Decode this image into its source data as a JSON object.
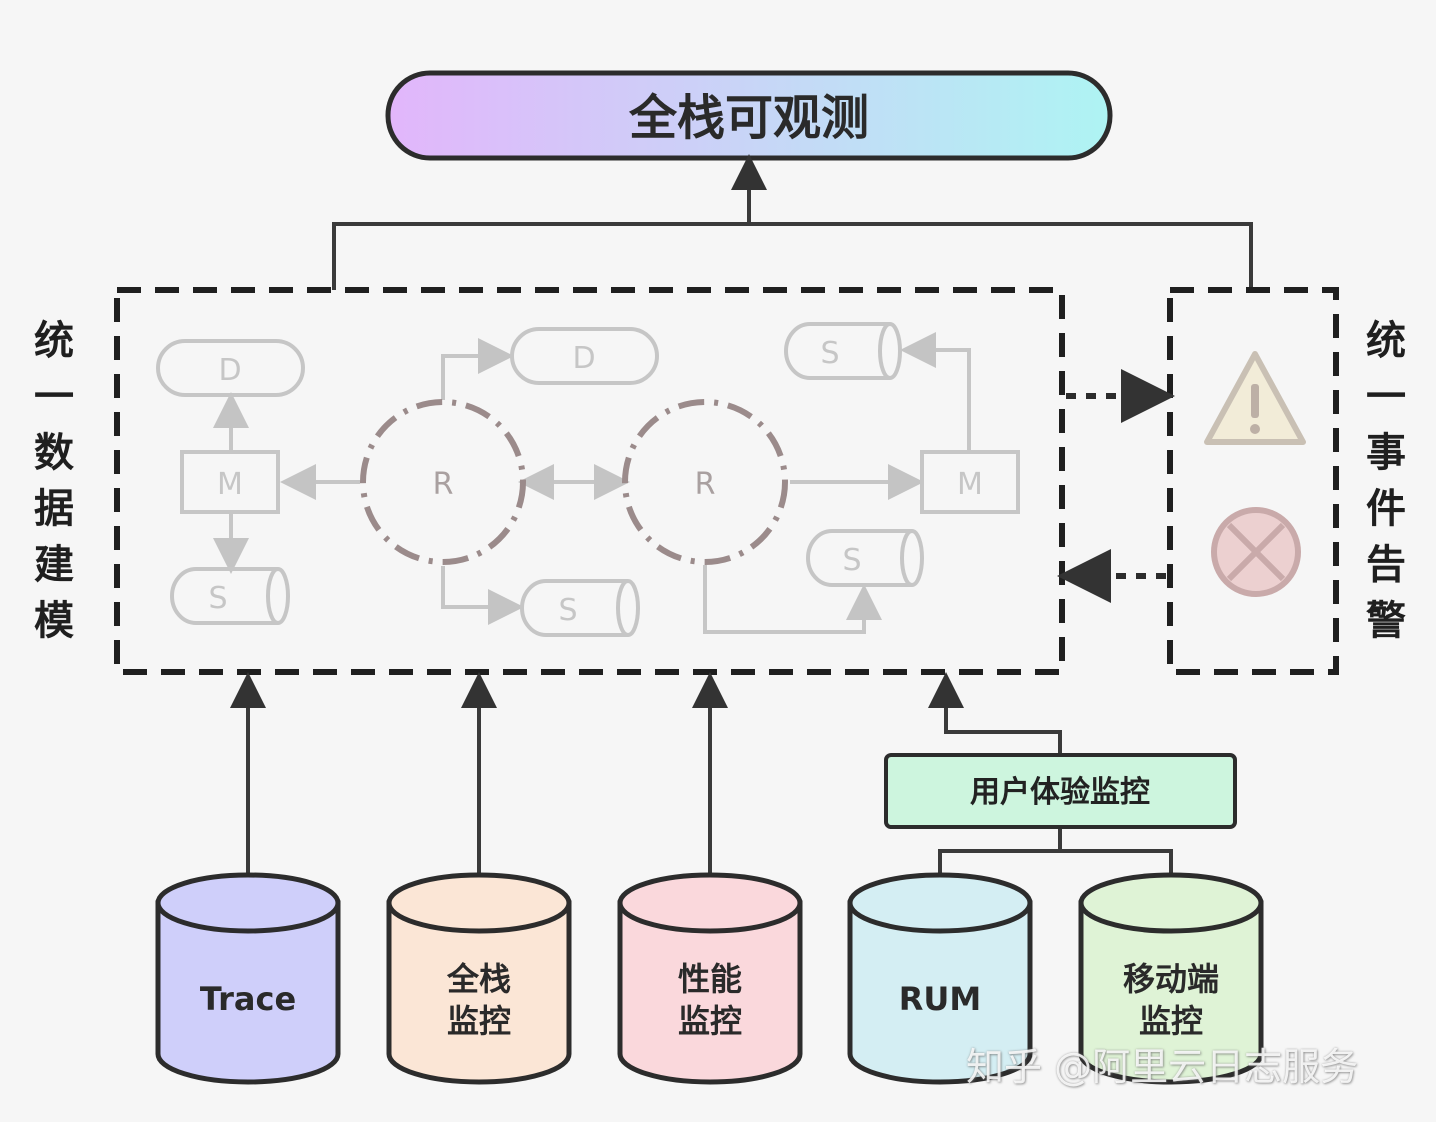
{
  "title": "全栈可观测",
  "left_label": "统\n一\n数\n据\n建\n模",
  "right_label": "统\n一\n事\n件\n告\n警",
  "model_nodes": {
    "d_left": "D",
    "d_top": "D",
    "s_top_right": "S",
    "m_left": "M",
    "r_left": "R",
    "r_right": "R",
    "m_right": "M",
    "s_left": "S",
    "s_mid": "S",
    "s_right": "S"
  },
  "alert_icons": [
    "warning-icon",
    "error-icon"
  ],
  "rum_box": "用户体验监控",
  "sources": [
    {
      "label": "Trace",
      "color": "#cfcffa"
    },
    {
      "label": "全栈\n监控",
      "color": "#fbe6d6"
    },
    {
      "label": "性能\n监控",
      "color": "#fad8dc"
    },
    {
      "label": "RUM",
      "color": "#d4eef3"
    },
    {
      "label": "移动端\n监控",
      "color": "#dff3d6"
    }
  ],
  "colors": {
    "title_gradient_start": "#e2b6fb",
    "title_gradient_end": "#aef4f3",
    "rum_box_fill": "#cdf5de",
    "outline": "#2c2c2c",
    "ghost": "#c6c6c6",
    "router": "#9b8b8b"
  },
  "watermark": "知乎 @阿里云日志服务"
}
